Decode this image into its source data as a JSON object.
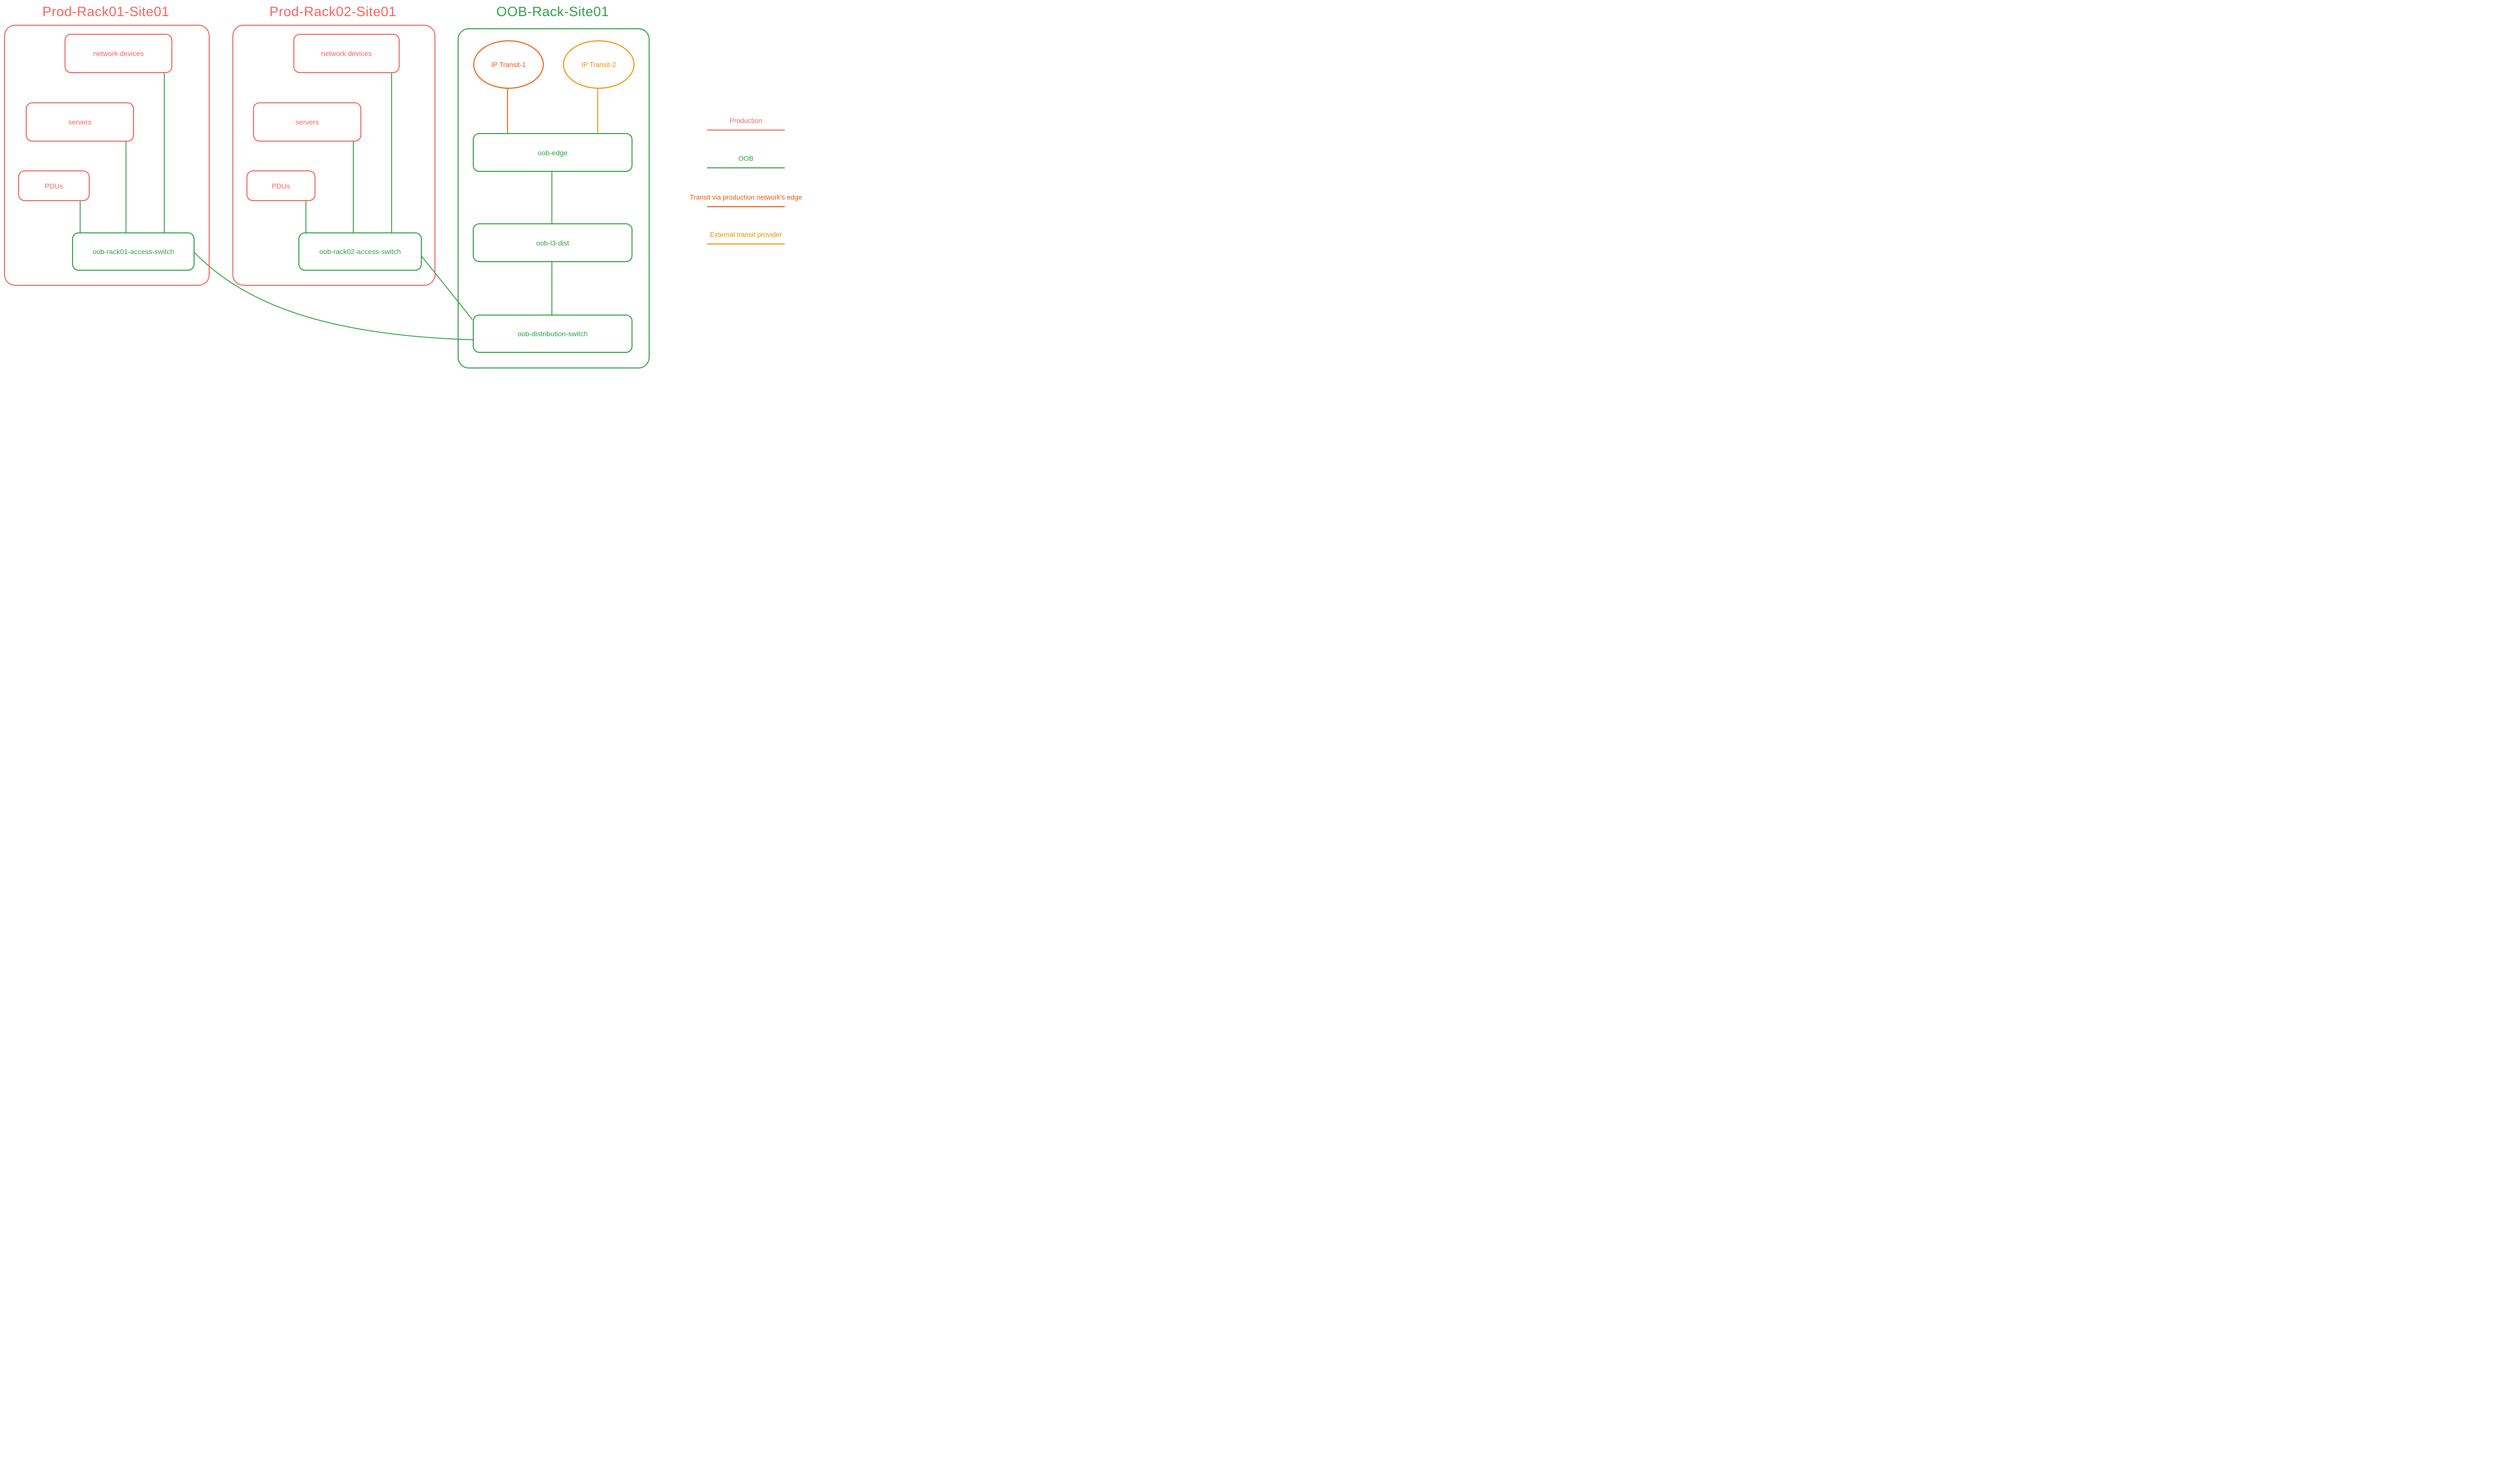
{
  "colors": {
    "production": "#f8605d",
    "oob": "#2f9e44",
    "transit-edge": "#e8590c",
    "transit-external": "#f08c00"
  },
  "racks": [
    {
      "title": "Prod-Rack01-Site01",
      "type": "production",
      "nodes": {
        "network_devices": "network devices",
        "servers": "servers",
        "pdus": "PDUs",
        "access_switch": "oob-rack01-access-switch"
      }
    },
    {
      "title": "Prod-Rack02-Site01",
      "type": "production",
      "nodes": {
        "network_devices": "network devices",
        "servers": "servers",
        "pdus": "PDUs",
        "access_switch": "oob-rack02-access-switch"
      }
    },
    {
      "title": "OOB-Rack-Site01",
      "type": "oob",
      "nodes": {
        "transit1": "IP Transit-1",
        "transit2": "IP Transit-2",
        "edge": "oob-edge",
        "l3": "oob-l3-dist",
        "dist": "oob-distribution-switch"
      }
    }
  ],
  "edges": [
    {
      "from": "network-devices-rack01",
      "to": "oob-rack01-access-switch",
      "network": "oob"
    },
    {
      "from": "servers-rack01",
      "to": "oob-rack01-access-switch",
      "network": "oob"
    },
    {
      "from": "pdus-rack01",
      "to": "oob-rack01-access-switch",
      "network": "oob"
    },
    {
      "from": "network-devices-rack02",
      "to": "oob-rack02-access-switch",
      "network": "oob"
    },
    {
      "from": "servers-rack02",
      "to": "oob-rack02-access-switch",
      "network": "oob"
    },
    {
      "from": "pdus-rack02",
      "to": "oob-rack02-access-switch",
      "network": "oob"
    },
    {
      "from": "oob-rack01-access-switch",
      "to": "oob-distribution-switch",
      "network": "oob"
    },
    {
      "from": "oob-rack02-access-switch",
      "to": "oob-distribution-switch",
      "network": "oob"
    },
    {
      "from": "IP Transit-1",
      "to": "oob-edge",
      "network": "transit-edge"
    },
    {
      "from": "IP Transit-2",
      "to": "oob-edge",
      "network": "transit-external"
    },
    {
      "from": "oob-edge",
      "to": "oob-l3-dist",
      "network": "oob"
    },
    {
      "from": "oob-l3-dist",
      "to": "oob-distribution-switch",
      "network": "oob"
    }
  ],
  "legend": [
    {
      "label": "Production",
      "color": "production"
    },
    {
      "label": "OOB",
      "color": "oob"
    },
    {
      "label": "Transit via production network's edge",
      "color": "transit-edge"
    },
    {
      "label": "External transit provider",
      "color": "transit-external"
    }
  ]
}
